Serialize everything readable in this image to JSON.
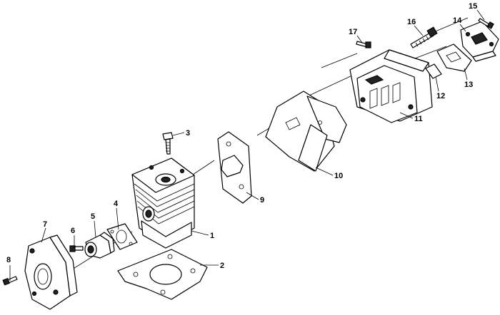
{
  "parts": [
    {
      "id": "p1",
      "number": "1"
    },
    {
      "id": "p2",
      "number": "2"
    },
    {
      "id": "p3",
      "number": "3"
    },
    {
      "id": "p4",
      "number": "4"
    },
    {
      "id": "p5",
      "number": "5"
    },
    {
      "id": "p6",
      "number": "6"
    },
    {
      "id": "p7",
      "number": "7"
    },
    {
      "id": "p8",
      "number": "8"
    },
    {
      "id": "p9",
      "number": "9"
    },
    {
      "id": "p10",
      "number": "10"
    },
    {
      "id": "p11",
      "number": "11"
    },
    {
      "id": "p12",
      "number": "12"
    },
    {
      "id": "p13",
      "number": "13"
    },
    {
      "id": "p14",
      "number": "14"
    },
    {
      "id": "p15",
      "number": "15"
    },
    {
      "id": "p16",
      "number": "16"
    },
    {
      "id": "p17",
      "number": "17"
    }
  ]
}
